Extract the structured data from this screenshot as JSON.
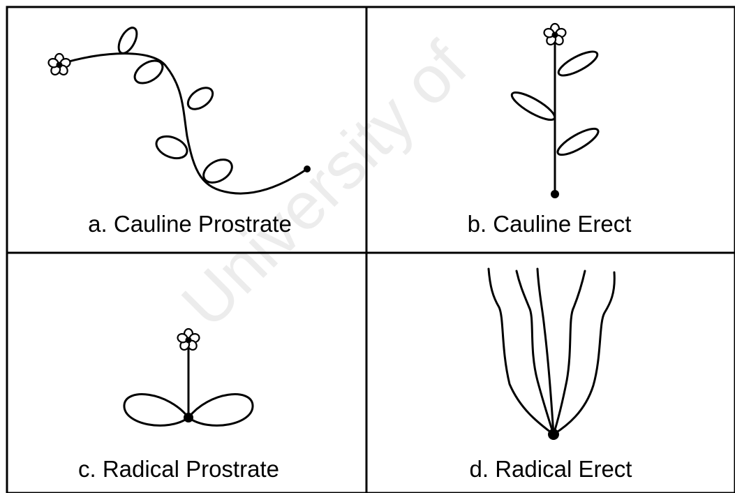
{
  "panels": [
    {
      "id": "a",
      "label": "a. Cauline Prostrate"
    },
    {
      "id": "b",
      "label": "b. Cauline Erect"
    },
    {
      "id": "c",
      "label": "c. Radical Prostrate"
    },
    {
      "id": "d",
      "label": "d. Radical Erect"
    }
  ],
  "watermark": "University of",
  "colors": {
    "line": "#000000",
    "background": "#ffffff"
  }
}
